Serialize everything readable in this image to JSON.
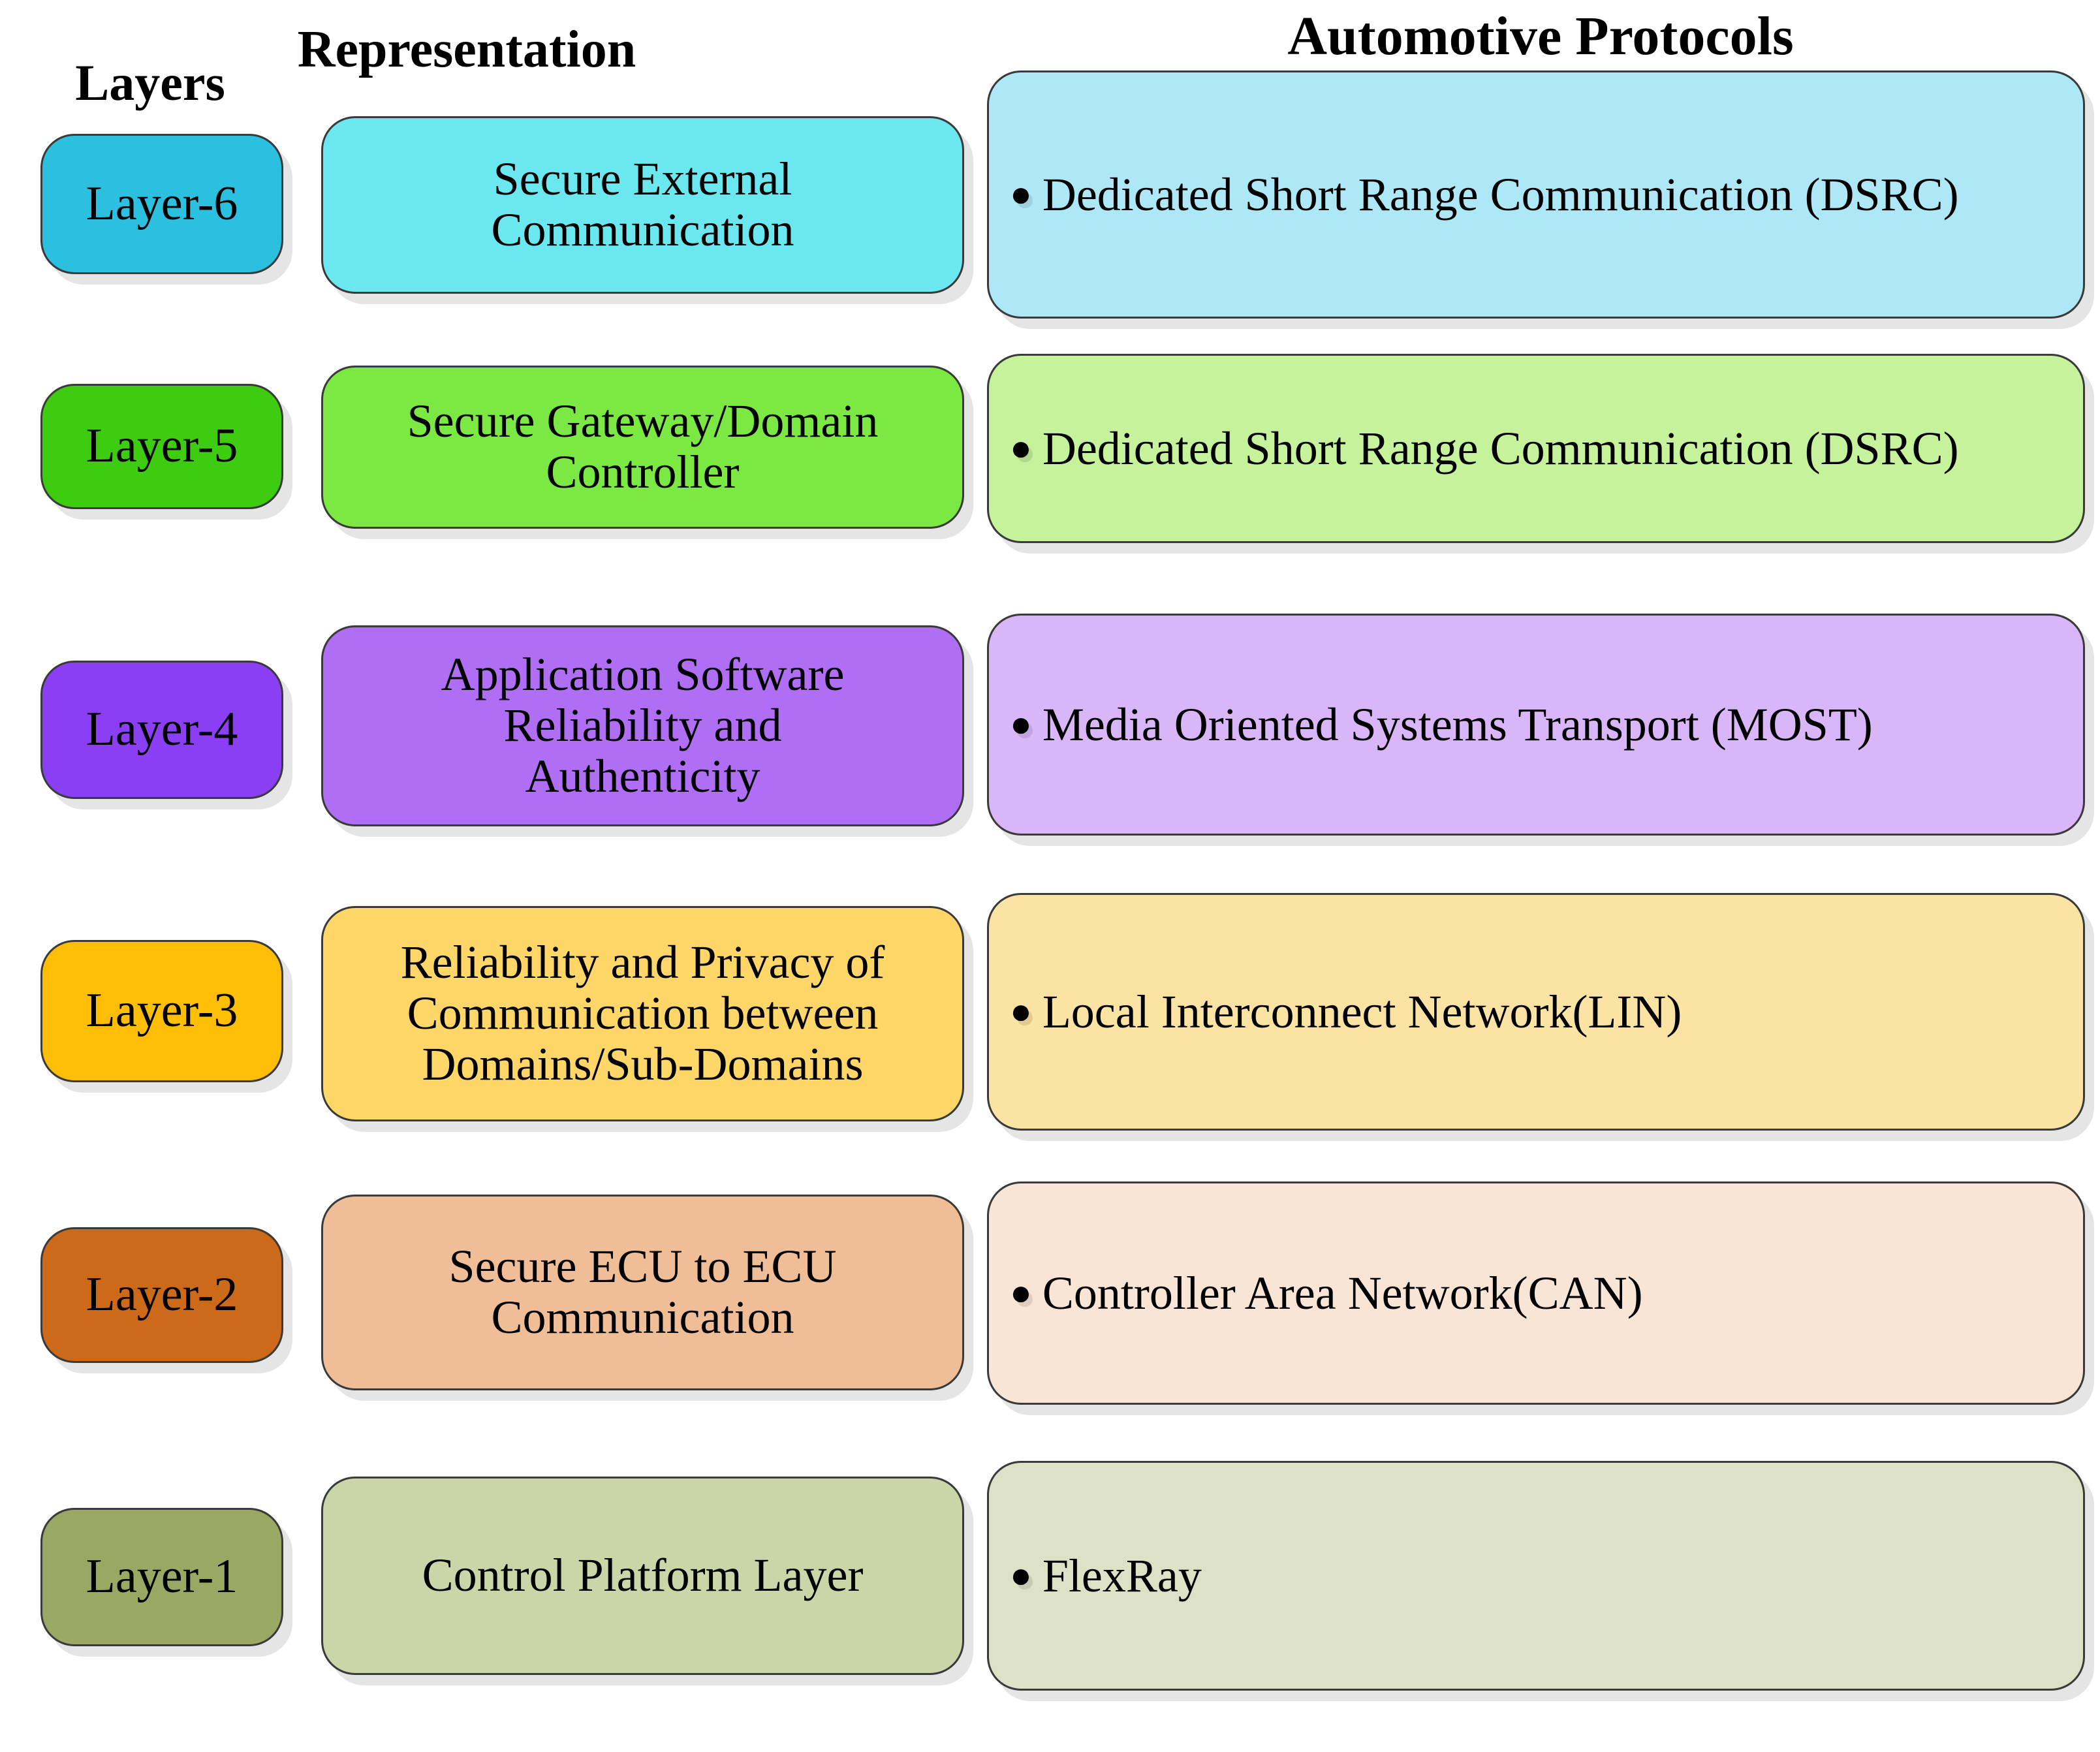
{
  "headers": {
    "layers": "Layers",
    "representation": "Representation",
    "protocols": "Automotive Protocols"
  },
  "bullet_glyph": "●",
  "rows": [
    {
      "layer": "Layer-6",
      "representation": [
        "Secure External",
        "Communication"
      ],
      "protocol": "Dedicated Short Range Communication (DSRC)",
      "layer_color": "#2BBFE0",
      "rep_color": "#6BE7EF",
      "proto_color": "#AEE8F6"
    },
    {
      "layer": "Layer-5",
      "representation": [
        "Secure Gateway/Domain",
        "Controller"
      ],
      "protocol": "Dedicated Short Range Communication (DSRC)",
      "layer_color": "#3DCC10",
      "rep_color": "#7BE843",
      "proto_color": "#C5F29B"
    },
    {
      "layer": "Layer-4",
      "representation": [
        "Application Software",
        "Reliability and",
        "Authenticity"
      ],
      "protocol": "Media Oriented Systems Transport (MOST)",
      "layer_color": "#8A3FF5",
      "rep_color": "#B06EF5",
      "proto_color": "#D9B6F7"
    },
    {
      "layer": "Layer-3",
      "representation": [
        "Reliability and Privacy of",
        "Communication between",
        "Domains/Sub-Domains"
      ],
      "protocol": "Local Interconnect Network(LIN)",
      "layer_color": "#FFBE06",
      "rep_color": "#FFD668",
      "proto_color": "#FBE3A4"
    },
    {
      "layer": "Layer-2",
      "representation": [
        "Secure ECU to ECU",
        "Communication"
      ],
      "protocol": "Controller Area Network(CAN)",
      "layer_color": "#CC6A1A",
      "rep_color": "#F0BE96",
      "proto_color": "#F8E5D6"
    },
    {
      "layer": "Layer-1",
      "representation": [
        "Control Platform Layer"
      ],
      "protocol": "FlexRay",
      "layer_color": "#99A963",
      "rep_color": "#CBD6A8",
      "proto_color": "#DDE2C6"
    }
  ]
}
